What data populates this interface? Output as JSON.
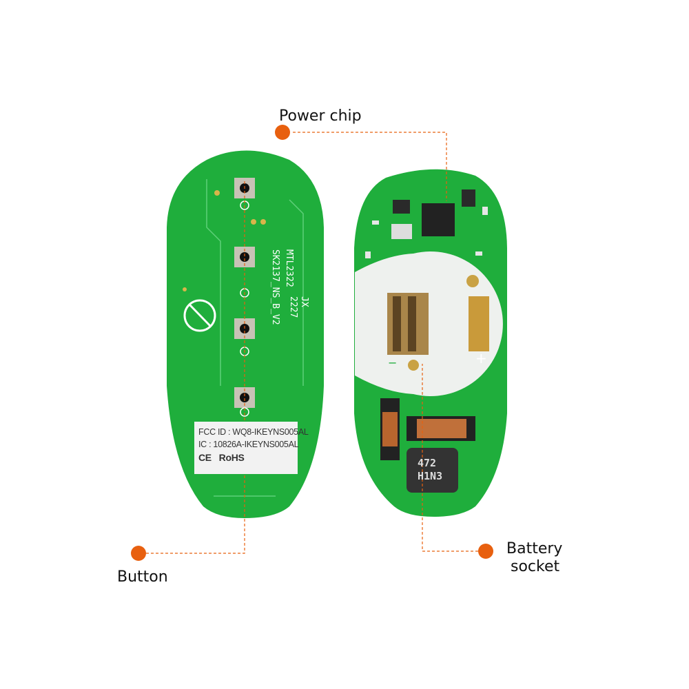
{
  "callouts": {
    "power_chip": "Power chip",
    "button": "Button",
    "battery_socket_line1": "Battery",
    "battery_socket_line2": "socket"
  },
  "left_board": {
    "silkscreen": [
      "MTL2322",
      "SK2137_NS_B_V2",
      "JX",
      "2227"
    ],
    "label": {
      "fcc": "FCC ID : WQ8-IKEYNS005AL",
      "ic": "IC :  10826A-IKEYNS005AL",
      "ce": "CE",
      "rohs": "RoHS"
    }
  },
  "right_board": {
    "inductor_line1": "472",
    "inductor_line2": "H1N3",
    "plus": "+",
    "minus": "−"
  },
  "colors": {
    "pcb": "#1fae3c",
    "accent": "#e8600f"
  }
}
